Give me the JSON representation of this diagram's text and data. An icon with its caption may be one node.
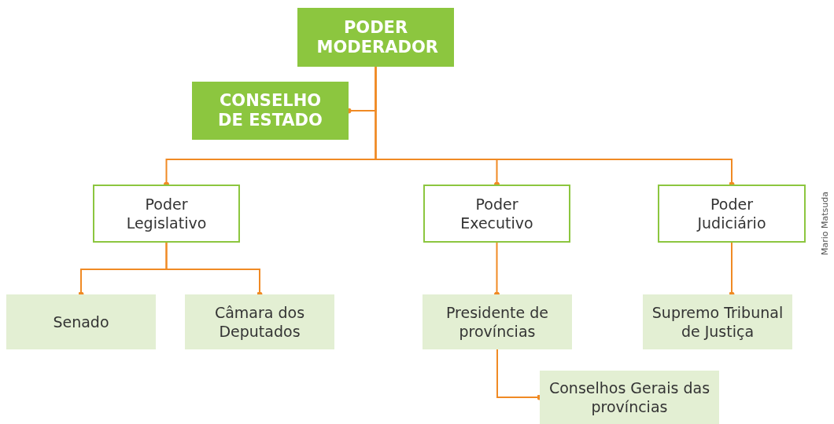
{
  "diagram": {
    "nodes": [
      {
        "text": [
          "PODER MODERADOR"
        ]
      },
      {
        "text": [
          "CONSELHO DE ESTADO"
        ]
      },
      {
        "text": [
          "Poder Legislativo"
        ]
      },
      {
        "text": [
          "Poder Executivo"
        ]
      },
      {
        "text": [
          "Poder Judiciário"
        ]
      },
      {
        "text": [
          "Senado"
        ]
      },
      {
        "text": [
          "Câmara dos Deputados"
        ]
      },
      {
        "text": [
          "Presidente de províncias"
        ]
      },
      {
        "text": [
          "Conselhos Gerais das províncias"
        ]
      },
      {
        "text": [
          "Supremo Tribunal de Justiça"
        ]
      }
    ],
    "edges": [
      {
        "from": 0,
        "to": 1,
        "arrow": "other"
      },
      {
        "from": 0,
        "to": 2,
        "arrow": "other"
      },
      {
        "from": 0,
        "to": 3,
        "arrow": "other"
      },
      {
        "from": 0,
        "to": 4,
        "arrow": "other"
      },
      {
        "from": 2,
        "to": 5,
        "arrow": "other"
      },
      {
        "from": 2,
        "to": 6,
        "arrow": "other"
      },
      {
        "from": 3,
        "to": 7,
        "arrow": "other"
      },
      {
        "from": 7,
        "to": 8,
        "arrow": "other"
      },
      {
        "from": 4,
        "to": 9,
        "arrow": "other"
      }
    ],
    "labels": [
      "Mario Matsuda"
    ]
  }
}
